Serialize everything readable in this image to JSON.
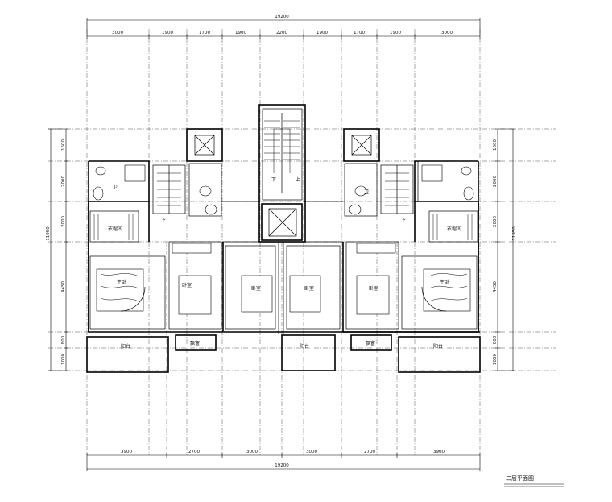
{
  "drawing": {
    "title": "二层平面图",
    "top_dims": {
      "total": "19200",
      "segments": [
        "3000",
        "1900",
        "1700",
        "1900",
        "2200",
        "1900",
        "1700",
        "1900",
        "3000"
      ]
    },
    "bottom_dims": {
      "total": "19200",
      "segments": [
        "3900",
        "2700",
        "3000",
        "3000",
        "2700",
        "3900"
      ]
    },
    "left_dims": {
      "total": "11950",
      "segments": [
        "1600",
        "2000",
        "2000",
        "4450",
        "800",
        "1000"
      ]
    },
    "right_dims": {
      "total": "11950",
      "segments": [
        "1600",
        "2000",
        "2000",
        "4450",
        "800",
        "1000"
      ]
    },
    "rooms": {
      "closet_left": "衣帽间",
      "closet_right": "衣帽间",
      "master_left": "主卧",
      "master_right": "主卧",
      "bed2_left": "卧室",
      "bed3_left": "卧室",
      "bed3_right": "卧室",
      "bed2_right": "卧室",
      "balcony_left": "阳台",
      "balcony_mid": "阳台",
      "balcony_right": "阳台",
      "bay_left": "飘窗",
      "bay_right": "飘窗",
      "wc_left": "卫",
      "wc_right": "卫",
      "stair_up_1": "下",
      "stair_up_2": "上",
      "stair_mark_l": "下",
      "stair_mark_r": "下"
    }
  }
}
